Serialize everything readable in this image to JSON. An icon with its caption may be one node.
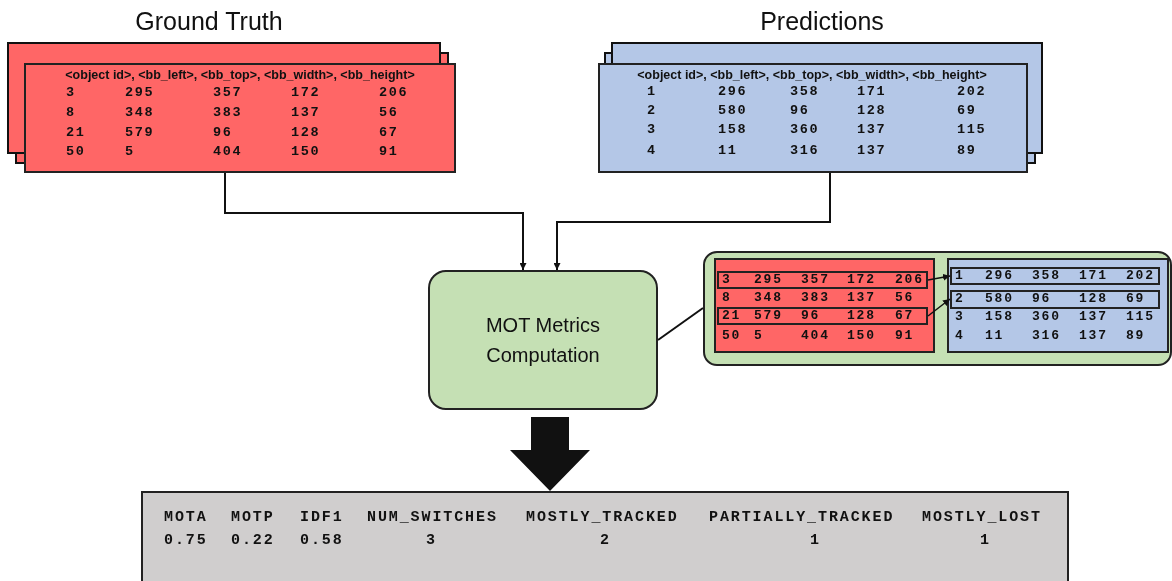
{
  "diagram": {
    "nodes": [
      {
        "text": [
          "Ground Truth",
          "<object id>, <bb_left>, <bb_top>, <bb_width>, <bb_height>",
          "3",
          "295",
          "357",
          "172",
          "206",
          "8",
          "348",
          "383",
          "137",
          "56",
          "21",
          "579",
          "96",
          "128",
          "67",
          "50",
          "5",
          "404",
          "150",
          "91"
        ]
      },
      {
        "text": [
          "Predictions",
          "<object id>, <bb_left>, <bb_top>, <bb_width>, <bb_height>",
          "1",
          "296",
          "358",
          "171",
          "202",
          "2",
          "580",
          "96",
          "128",
          "69",
          "3",
          "158",
          "360",
          "137",
          "115",
          "4",
          "11",
          "316",
          "137",
          "89"
        ]
      },
      {
        "text": [
          "MOT Metrics Computation"
        ]
      },
      {
        "text": [],
        "shape": "box"
      },
      {
        "text": [
          "8",
          "348",
          "383",
          "137",
          "56",
          "50",
          "5",
          "404",
          "150",
          "91"
        ],
        "in": 3
      },
      {
        "text": [
          "3",
          "295",
          "357",
          "172",
          "206"
        ],
        "in": 4
      },
      {
        "text": [
          "21",
          "579",
          "96",
          "128",
          "67"
        ],
        "in": 4
      },
      {
        "text": [
          "3",
          "158",
          "360",
          "137",
          "115",
          "4",
          "11",
          "316",
          "137",
          "89"
        ],
        "in": 3
      },
      {
        "text": [
          "1",
          "296",
          "358",
          "171",
          "202"
        ],
        "in": 7
      },
      {
        "text": [
          "2",
          "580",
          "96",
          "128",
          "69"
        ],
        "in": 7
      },
      {
        "text": [
          "MOTA",
          "MOTP",
          "IDF1",
          "NUM_SWITCHES",
          "MOSTLY_TRACKED",
          "PARTIALLY_TRACKED",
          "MOSTLY_LOST",
          "0.75",
          "0.22",
          "0.58",
          "3",
          "2",
          "1",
          "1"
        ]
      }
    ],
    "edges": [
      {
        "from": 0,
        "to": 2,
        "arrow": "to"
      },
      {
        "from": 1,
        "to": 2,
        "arrow": "to"
      },
      {
        "from": 2,
        "to": 3,
        "arrow": "none"
      },
      {
        "from": 5,
        "to": 8,
        "arrow": "to"
      },
      {
        "from": 6,
        "to": 9,
        "arrow": "to"
      },
      {
        "from": 2,
        "to": 10,
        "arrow": "to",
        "style": "thick"
      }
    ]
  }
}
